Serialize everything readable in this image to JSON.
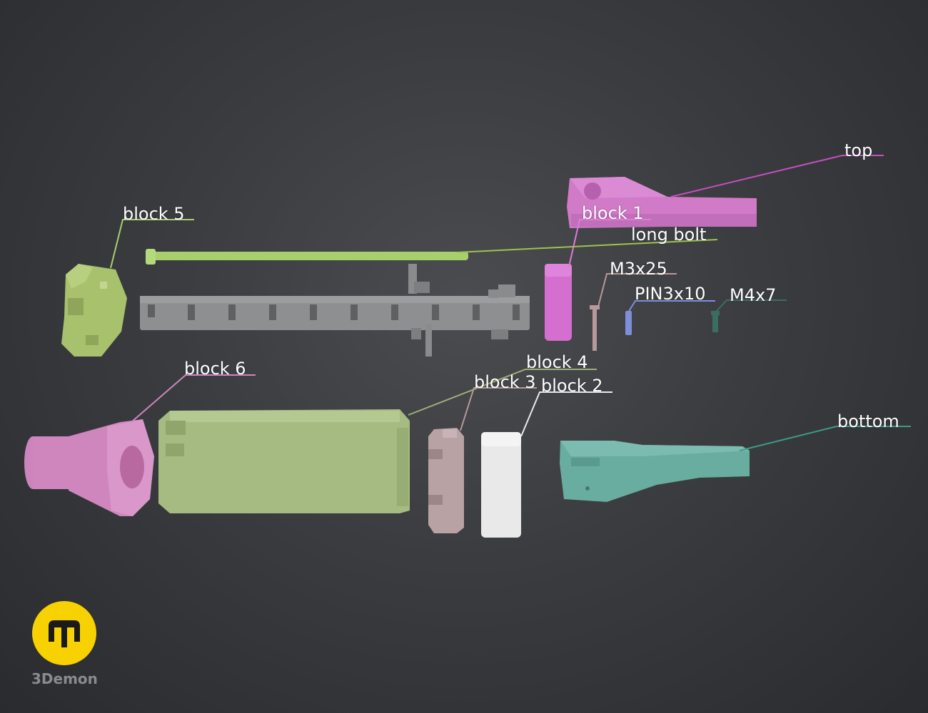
{
  "labels": {
    "top": "top",
    "block_5": "block 5",
    "block_1": "block 1",
    "long_bolt": "long bolt",
    "m3x25": "M3x25",
    "pin3x10": "PIN3x10",
    "m4x7": "M4x7",
    "block_6": "block 6",
    "block_4": "block 4",
    "block_3": "block 3",
    "block_2": "block 2",
    "bottom": "bottom"
  },
  "colors": {
    "top": "#d07ac8",
    "block_1": "#d46fd0",
    "long_bolt": "#a8cf6e",
    "block_5": "#a8c16c",
    "frame": "#8e8f90",
    "block_6": "#cf86bd",
    "block_4": "#a6bb82",
    "block_3": "#b8a2a4",
    "block_2": "#e9e9e9",
    "bottom": "#69ada0",
    "m3x25": "#b89898",
    "pin3x10": "#7f8ed8",
    "m4x7": "#3c6d62"
  },
  "brand": {
    "name": "3Demon",
    "logo_color": "#f8d100"
  }
}
